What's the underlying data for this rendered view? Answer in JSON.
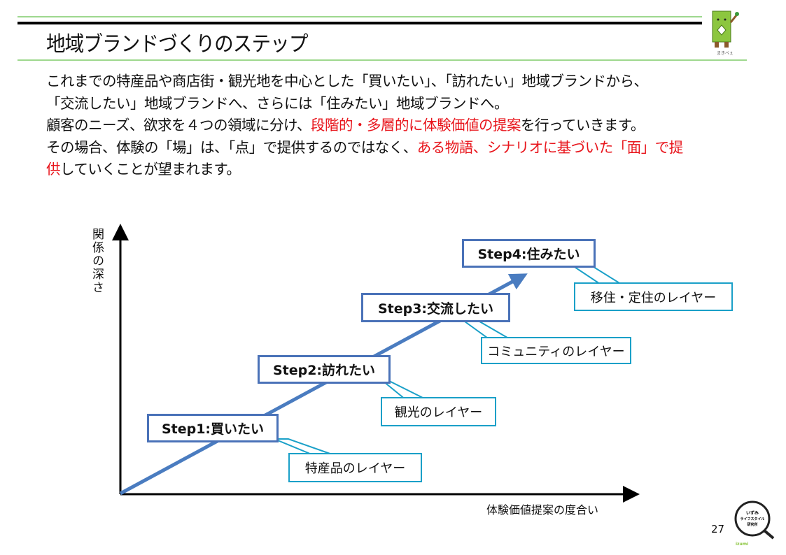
{
  "title": "地域ブランドづくりのステップ",
  "intro": {
    "line1": "これまでの特産品や商店街・観光地を中心とした「買いたい」、「訪れたい」地域ブランドから、",
    "line2": "「交流したい」地域ブランドへ、さらには「住みたい」地域ブランドへ。",
    "line3a": "顧客のニーズ、欲求を４つの領域に分け、",
    "line3b": "段階的・多層的に体験価値の提案",
    "line3c": "を行っていきます。",
    "line4a": "その場合、体験の「場」は、「点」で提供するのではなく、",
    "line4b": "ある物語、シナリオに基づいた「面」で提",
    "line5a": "供",
    "line5b": "していくことが望まれます。"
  },
  "diagram": {
    "y_axis_label": "関係の深さ",
    "x_axis_label": "体験価値提案の度合い",
    "steps": [
      {
        "label": "Step1:買いたい",
        "layer": "特産品のレイヤー"
      },
      {
        "label": "Step2:訪れたい",
        "layer": "観光のレイヤー"
      },
      {
        "label": "Step3:交流したい",
        "layer": "コミュニティのレイヤー"
      },
      {
        "label": "Step4:住みたい",
        "layer": "移住・定住のレイヤー"
      }
    ]
  },
  "mascot_caption": "まきべぇ",
  "logo_text": "いずみライフスタイル研究所",
  "page_number": "27",
  "colors": {
    "accent_red": "#e8141b",
    "step_border": "#4a72b8",
    "callout_border": "#1aa0c8",
    "rule_green": "#9ed88e"
  }
}
